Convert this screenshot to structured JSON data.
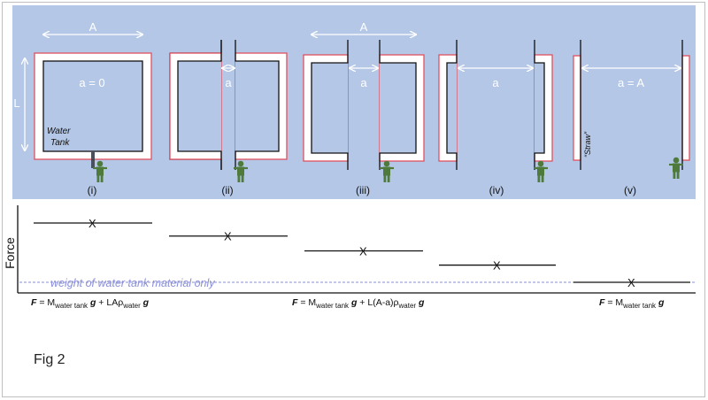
{
  "panels": {
    "i": {
      "numeral": "(i)",
      "width_label": "A",
      "height_label": "L",
      "gap_label": "a = 0",
      "tank_label_line1": "Water",
      "tank_label_line2": "Tank"
    },
    "ii": {
      "numeral": "(ii)",
      "gap_label": "a"
    },
    "iii": {
      "numeral": "(iii)",
      "width_label": "A",
      "gap_label": "a"
    },
    "iv": {
      "numeral": "(iv)",
      "gap_label": "a"
    },
    "v": {
      "numeral": "(v)",
      "gap_label": "a = A",
      "straw_label": "“Straw”"
    }
  },
  "chart": {
    "y_axis_label": "Force",
    "marker": "X",
    "baseline_label": "weight of water tank material only",
    "force_levels_relative": [
      1.0,
      0.78,
      0.53,
      0.29,
      0.0
    ],
    "formulas": [
      {
        "F": "F",
        "eq": " = M",
        "sub1": "water tank",
        "g1": " g",
        "rest": " + LAρ",
        "sub2": "water",
        "g2": " g"
      },
      {
        "F": "F",
        "eq": " = M",
        "sub1": "water tank",
        "g1": " g",
        "rest": " + L(A-a)ρ",
        "sub2": "water",
        "g2": " g"
      },
      {
        "F": "F",
        "eq": " = M",
        "sub1": "water tank",
        "g1": " g",
        "rest": "",
        "sub2": "",
        "g2": ""
      }
    ]
  },
  "caption": "Fig 2",
  "colors": {
    "background_panel": "#b4c7e7",
    "tank_wall": "#ffffff",
    "tank_outline": "#e0505f",
    "person": "#4e7a3c",
    "baseline": "#8a8fd8"
  }
}
